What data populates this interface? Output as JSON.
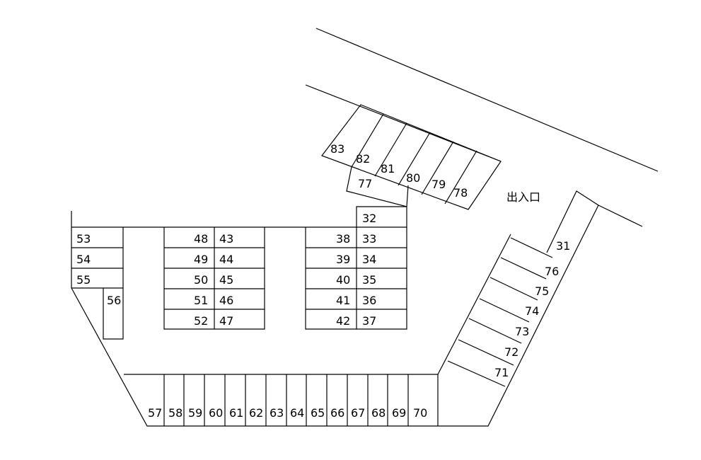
{
  "entrance_label": "出入口",
  "spaces": {
    "rotated_upper": [
      "83",
      "82",
      "81",
      "80",
      "79",
      "78",
      "77"
    ],
    "top_single": [
      "32"
    ],
    "block_right": [
      [
        "38",
        "33"
      ],
      [
        "39",
        "34"
      ],
      [
        "40",
        "35"
      ],
      [
        "41",
        "36"
      ],
      [
        "42",
        "37"
      ]
    ],
    "block_middle": [
      [
        "48",
        "43"
      ],
      [
        "49",
        "44"
      ],
      [
        "50",
        "45"
      ],
      [
        "51",
        "46"
      ],
      [
        "52",
        "47"
      ]
    ],
    "left_column": [
      "53",
      "54",
      "55"
    ],
    "left_small": [
      "56"
    ],
    "bottom_row": [
      "57",
      "58",
      "59",
      "60",
      "61",
      "62",
      "63",
      "64",
      "65",
      "66",
      "67",
      "68",
      "69",
      "70"
    ],
    "diagonal_right": [
      "31",
      "76",
      "75",
      "74",
      "73",
      "72",
      "71"
    ]
  }
}
